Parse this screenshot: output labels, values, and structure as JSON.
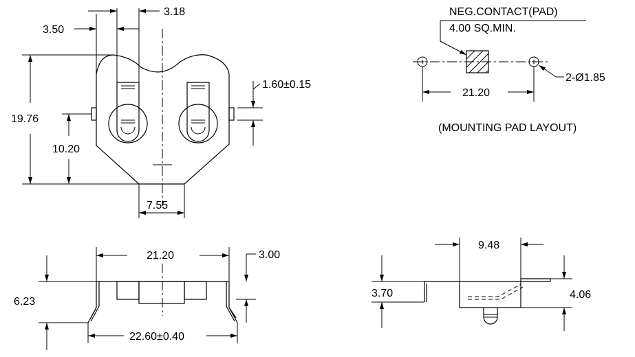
{
  "front_view": {
    "dim_width_top_a": "3.50",
    "dim_width_top_b": "3.18",
    "dim_height": "19.76",
    "dim_mid_height": "10.20",
    "dim_bottom_width": "7.55",
    "dim_tab": "1.60±0.15"
  },
  "pad_layout": {
    "neg_contact": "NEG.CONTACT(PAD)",
    "sq_min": "4.00 SQ.MIN.",
    "spacing": "21.20",
    "holes": "2-Ø1.85",
    "caption": "(MOUNTING PAD LAYOUT)"
  },
  "side_view": {
    "width": "21.20",
    "foot_width": "22.60±0.40",
    "height": "6.23",
    "lead": "3.00"
  },
  "end_view": {
    "depth": "9.48",
    "height_a": "3.70",
    "height_b": "4.06"
  }
}
